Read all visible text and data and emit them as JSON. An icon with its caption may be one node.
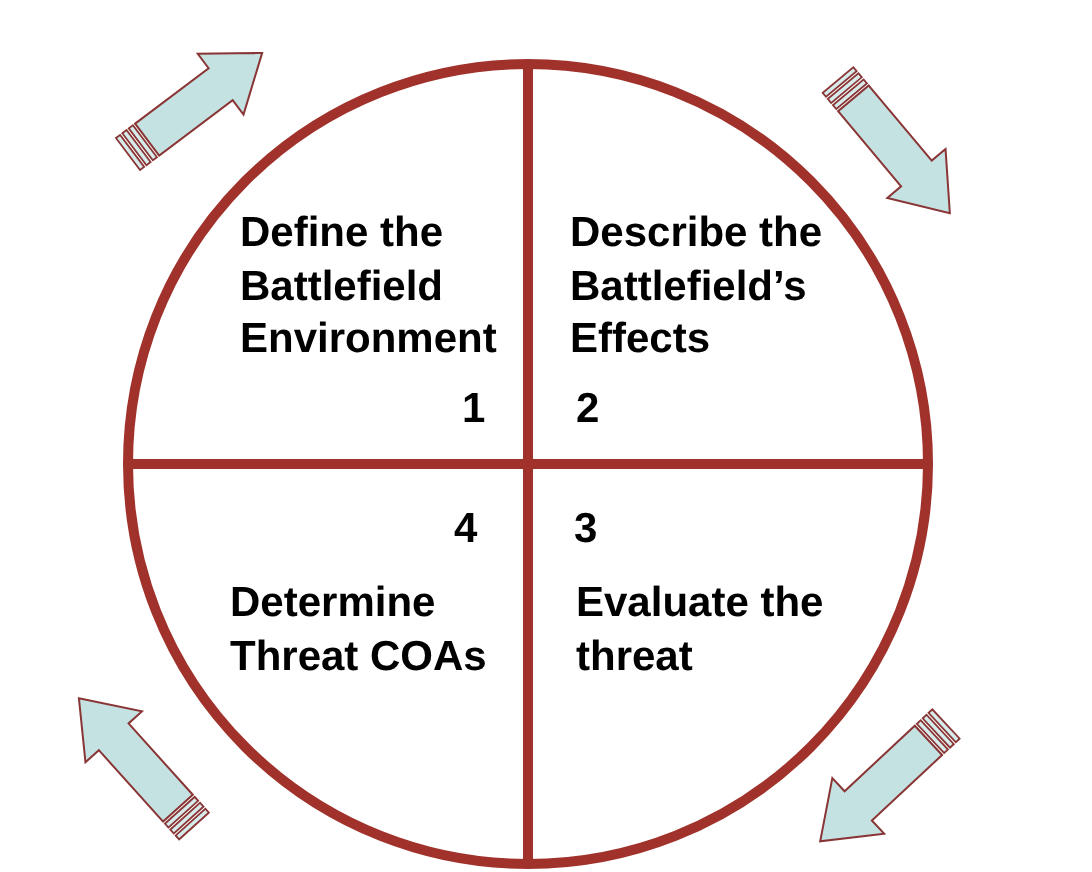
{
  "diagram": {
    "nodes": [
      {
        "text": [],
        "shape": "circle"
      },
      {
        "text": [
          "Define the Battlefield Environment",
          "1"
        ],
        "in": 0
      },
      {
        "text": [
          "Describe the Battlefield’s Effects",
          "2"
        ],
        "in": 0
      },
      {
        "text": [
          "4",
          "Determine Threat COAs"
        ],
        "in": 0
      },
      {
        "text": [
          "3",
          "Evaluate the threat"
        ],
        "in": 0
      }
    ]
  }
}
